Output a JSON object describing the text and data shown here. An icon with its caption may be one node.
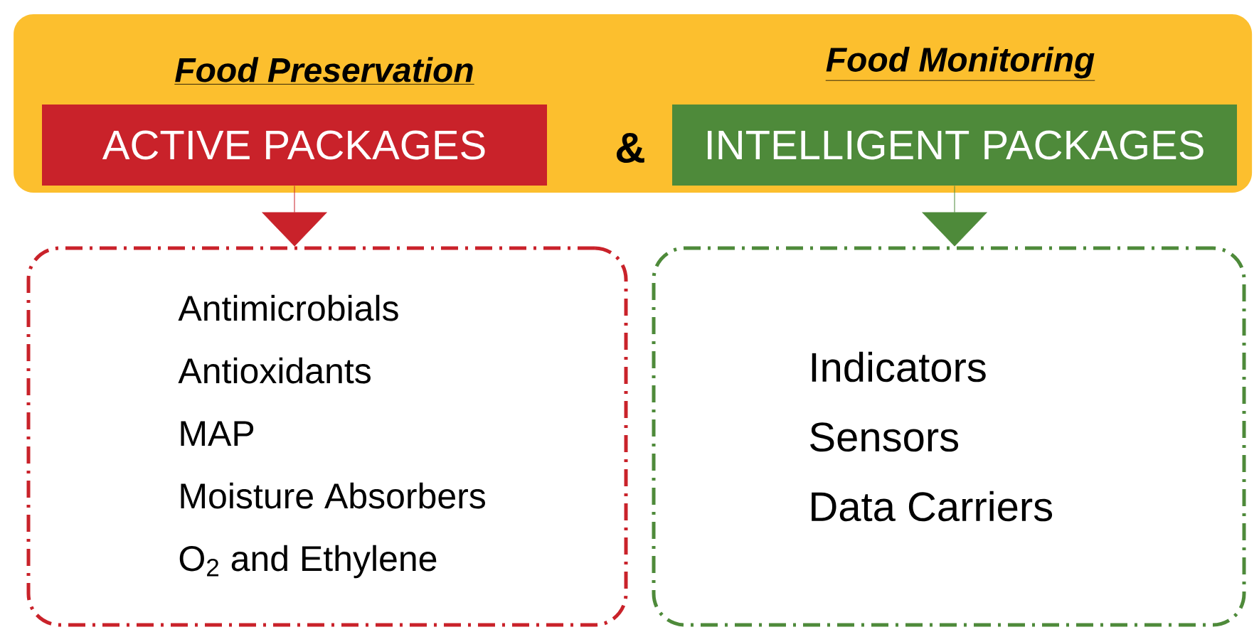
{
  "diagram": {
    "nodes": [
      {
        "text": [
          "&"
        ]
      },
      {
        "text": [
          "Food Preservation",
          "ACTIVE PACKAGES"
        ],
        "in": 0
      },
      {
        "text": [
          "Food Monitoring",
          "INTELLIGENT PACKAGES"
        ],
        "in": 0
      },
      {
        "text": [
          "Antimicrobials",
          "Antioxidants",
          "MAP",
          "Moisture Absorbers",
          "O$_{2}$ and Ethylene"
        ]
      },
      {
        "text": [
          "Indicators",
          "Sensors",
          "Data Carriers"
        ]
      }
    ],
    "edges": [
      {
        "from": 1,
        "to": 3,
        "arrow": "to",
        "color": "#c9222a"
      },
      {
        "from": 2,
        "to": 4,
        "arrow": "to",
        "color": "#4e8a3a"
      }
    ]
  }
}
